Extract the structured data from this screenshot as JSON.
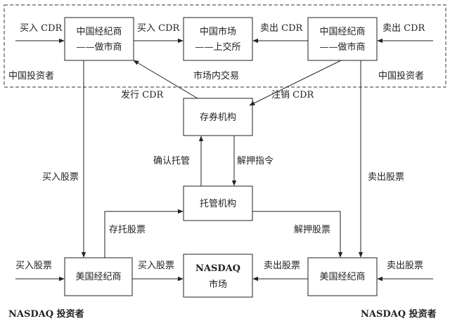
{
  "boxes": {
    "cn_dealer_left": {
      "line1": "中国经纪商",
      "line2": "——做市商"
    },
    "cn_market": {
      "line1": "中国市场",
      "line2": "——上交所"
    },
    "cn_dealer_right": {
      "line1": "中国经纪商",
      "line2": "——做市商"
    },
    "depositary": {
      "label": "存券机构"
    },
    "custodian": {
      "label": "托管机构"
    },
    "us_broker_left": {
      "label": "美国经纪商"
    },
    "nasdaq": {
      "line1": "NASDAQ",
      "line2": "市场"
    },
    "us_broker_right": {
      "label": "美国经纪商"
    }
  },
  "labels": {
    "buy_cdr_left": "买入 CDR",
    "buy_cdr_mid": "买入 CDR",
    "sell_cdr_mid": "卖出 CDR",
    "sell_cdr_right": "卖出 CDR",
    "cn_investor_left": "中国投资者",
    "cn_investor_right": "中国投资者",
    "in_market_trade": "市场内交易",
    "issue_cdr": "发行 CDR",
    "cancel_cdr": "注销 CDR",
    "confirm_custody": "确认托管",
    "release_order": "解押指令",
    "buy_stock_left_v": "买入股票",
    "sell_stock_right_v": "卖出股票",
    "deposit_stock": "存托股票",
    "release_stock": "解押股票",
    "buy_stock_bottom_left": "买入股票",
    "buy_stock_bottom_mid": "买入股票",
    "sell_stock_bottom_mid": "卖出股票",
    "sell_stock_bottom_right": "卖出股票",
    "nasdaq_investor_left": "NASDAQ 投资者",
    "nasdaq_investor_right": "NASDAQ 投资者"
  }
}
